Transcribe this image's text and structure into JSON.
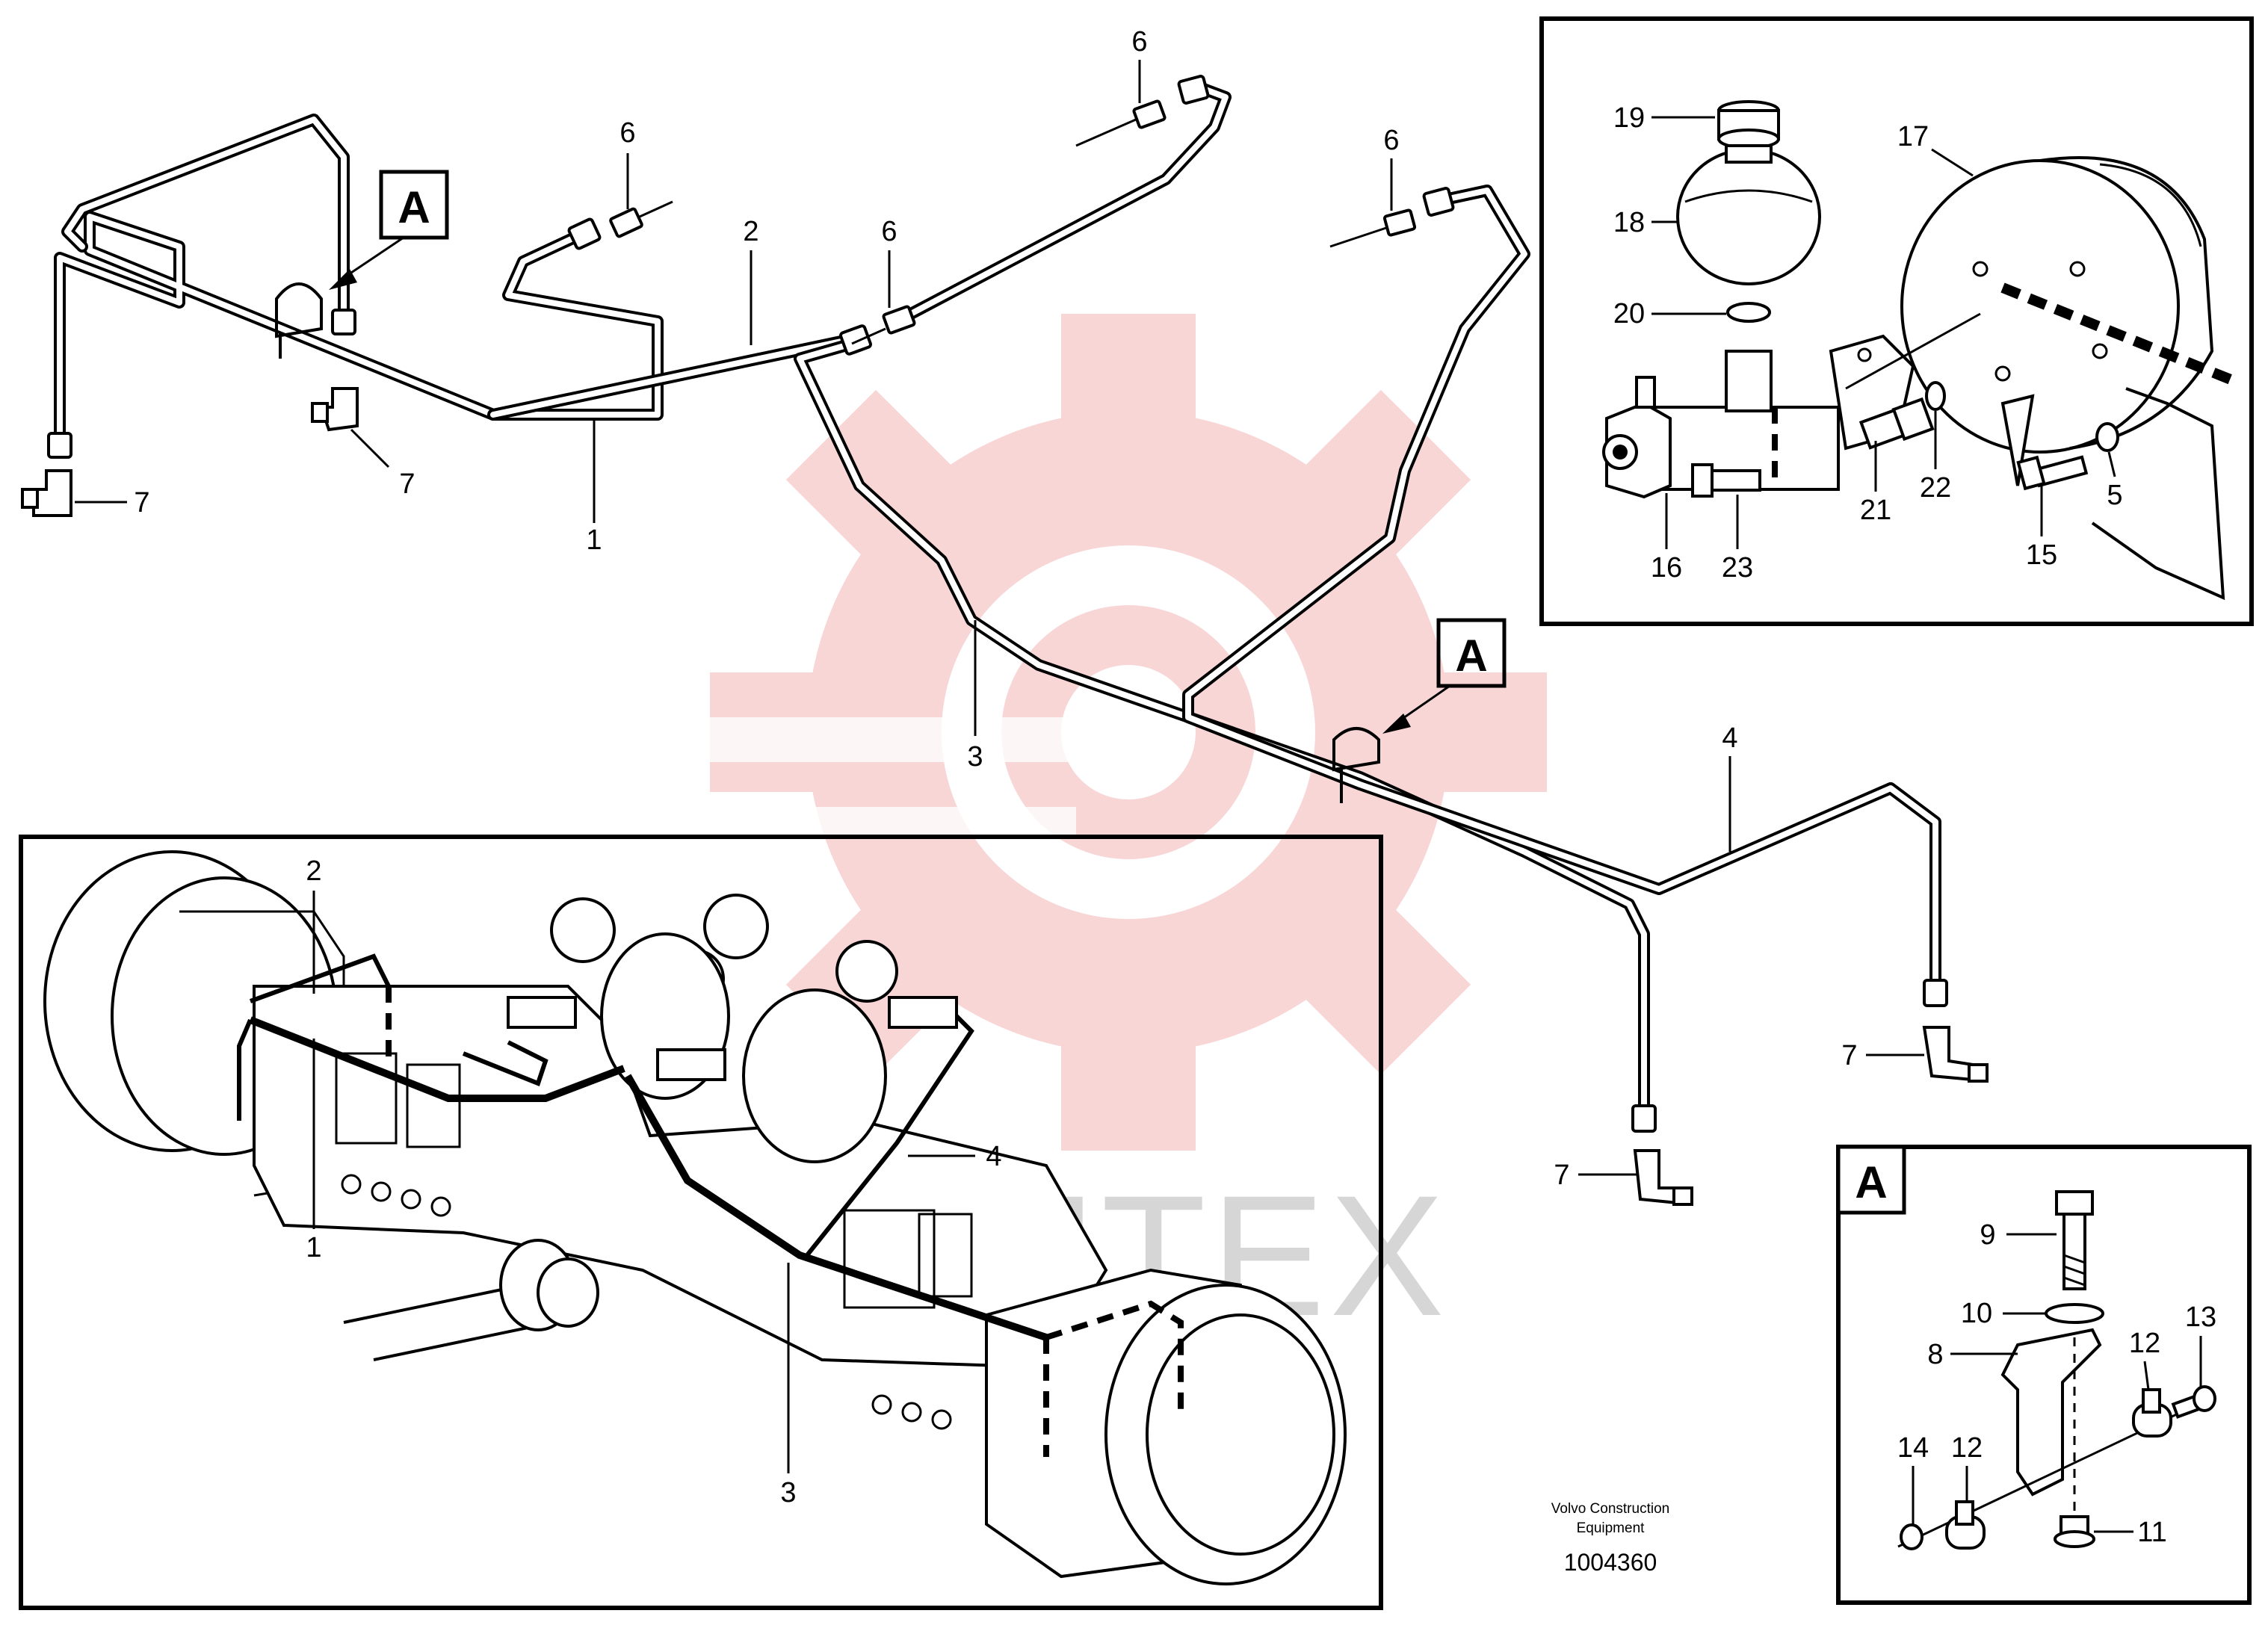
{
  "watermark": {
    "text": "ИНТЕХ",
    "gear_color": "#f4b5b5",
    "text_color": "#d0d0d0"
  },
  "colors": {
    "line": "#000000",
    "background": "#ffffff"
  },
  "view_marker": "A",
  "main_diagram": {
    "part_labels": {
      "pipe_1": "1",
      "pipe_2": "2",
      "pipe_3": "3",
      "pipe_4": "4",
      "nipple_6_a": "6",
      "nipple_6_b": "6",
      "nipple_6_c": "6",
      "nipple_6_d": "6",
      "elbow_7_a": "7",
      "elbow_7_b": "7",
      "elbow_7_c": "7",
      "elbow_7_d": "7"
    },
    "callout_a_1": "A",
    "callout_a_2": "A"
  },
  "inset_master_cylinder": {
    "labels": {
      "p19": "19",
      "p18": "18",
      "p20": "20",
      "p17": "17",
      "p16": "16",
      "p23": "23",
      "p21": "21",
      "p22": "22",
      "p15": "15",
      "p5": "5"
    }
  },
  "inset_axle": {
    "labels": {
      "pipe_2": "2",
      "pipe_1": "1",
      "pipe_4": "4",
      "pipe_3": "3"
    }
  },
  "inset_detail_a": {
    "title": "A",
    "labels": {
      "p9": "9",
      "p10": "10",
      "p8": "8",
      "p12_a": "12",
      "p13": "13",
      "p12_b": "12",
      "p14": "14",
      "p11": "11"
    }
  },
  "footer": {
    "manufacturer_line1": "Volvo Construction",
    "manufacturer_line2": "Equipment",
    "drawing_number": "1004360"
  }
}
